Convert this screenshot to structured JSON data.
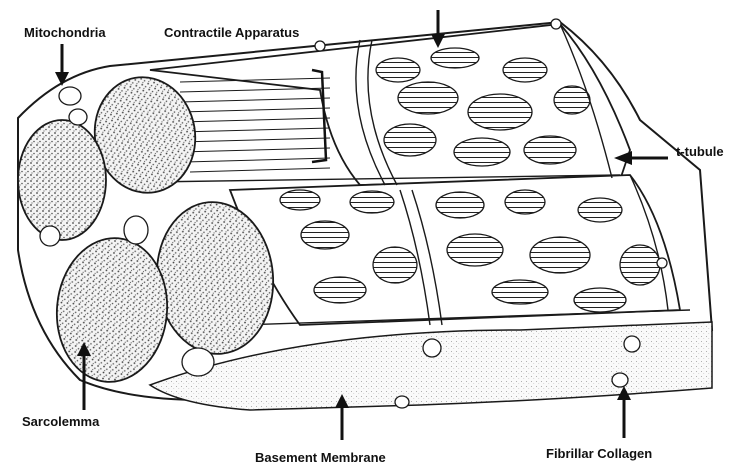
{
  "labels": {
    "mitochondria": "Mitochondria",
    "contractile_apparatus": "Contractile Apparatus",
    "t_tubule": "t-tubule",
    "sarcolemma": "Sarcolemma",
    "basement_membrane": "Basement Membrane",
    "fibrillar_collagen": "Fibrillar Collagen"
  },
  "colors": {
    "ink": "#1a1a1a",
    "stipple": "#555555",
    "background": "#ffffff"
  }
}
